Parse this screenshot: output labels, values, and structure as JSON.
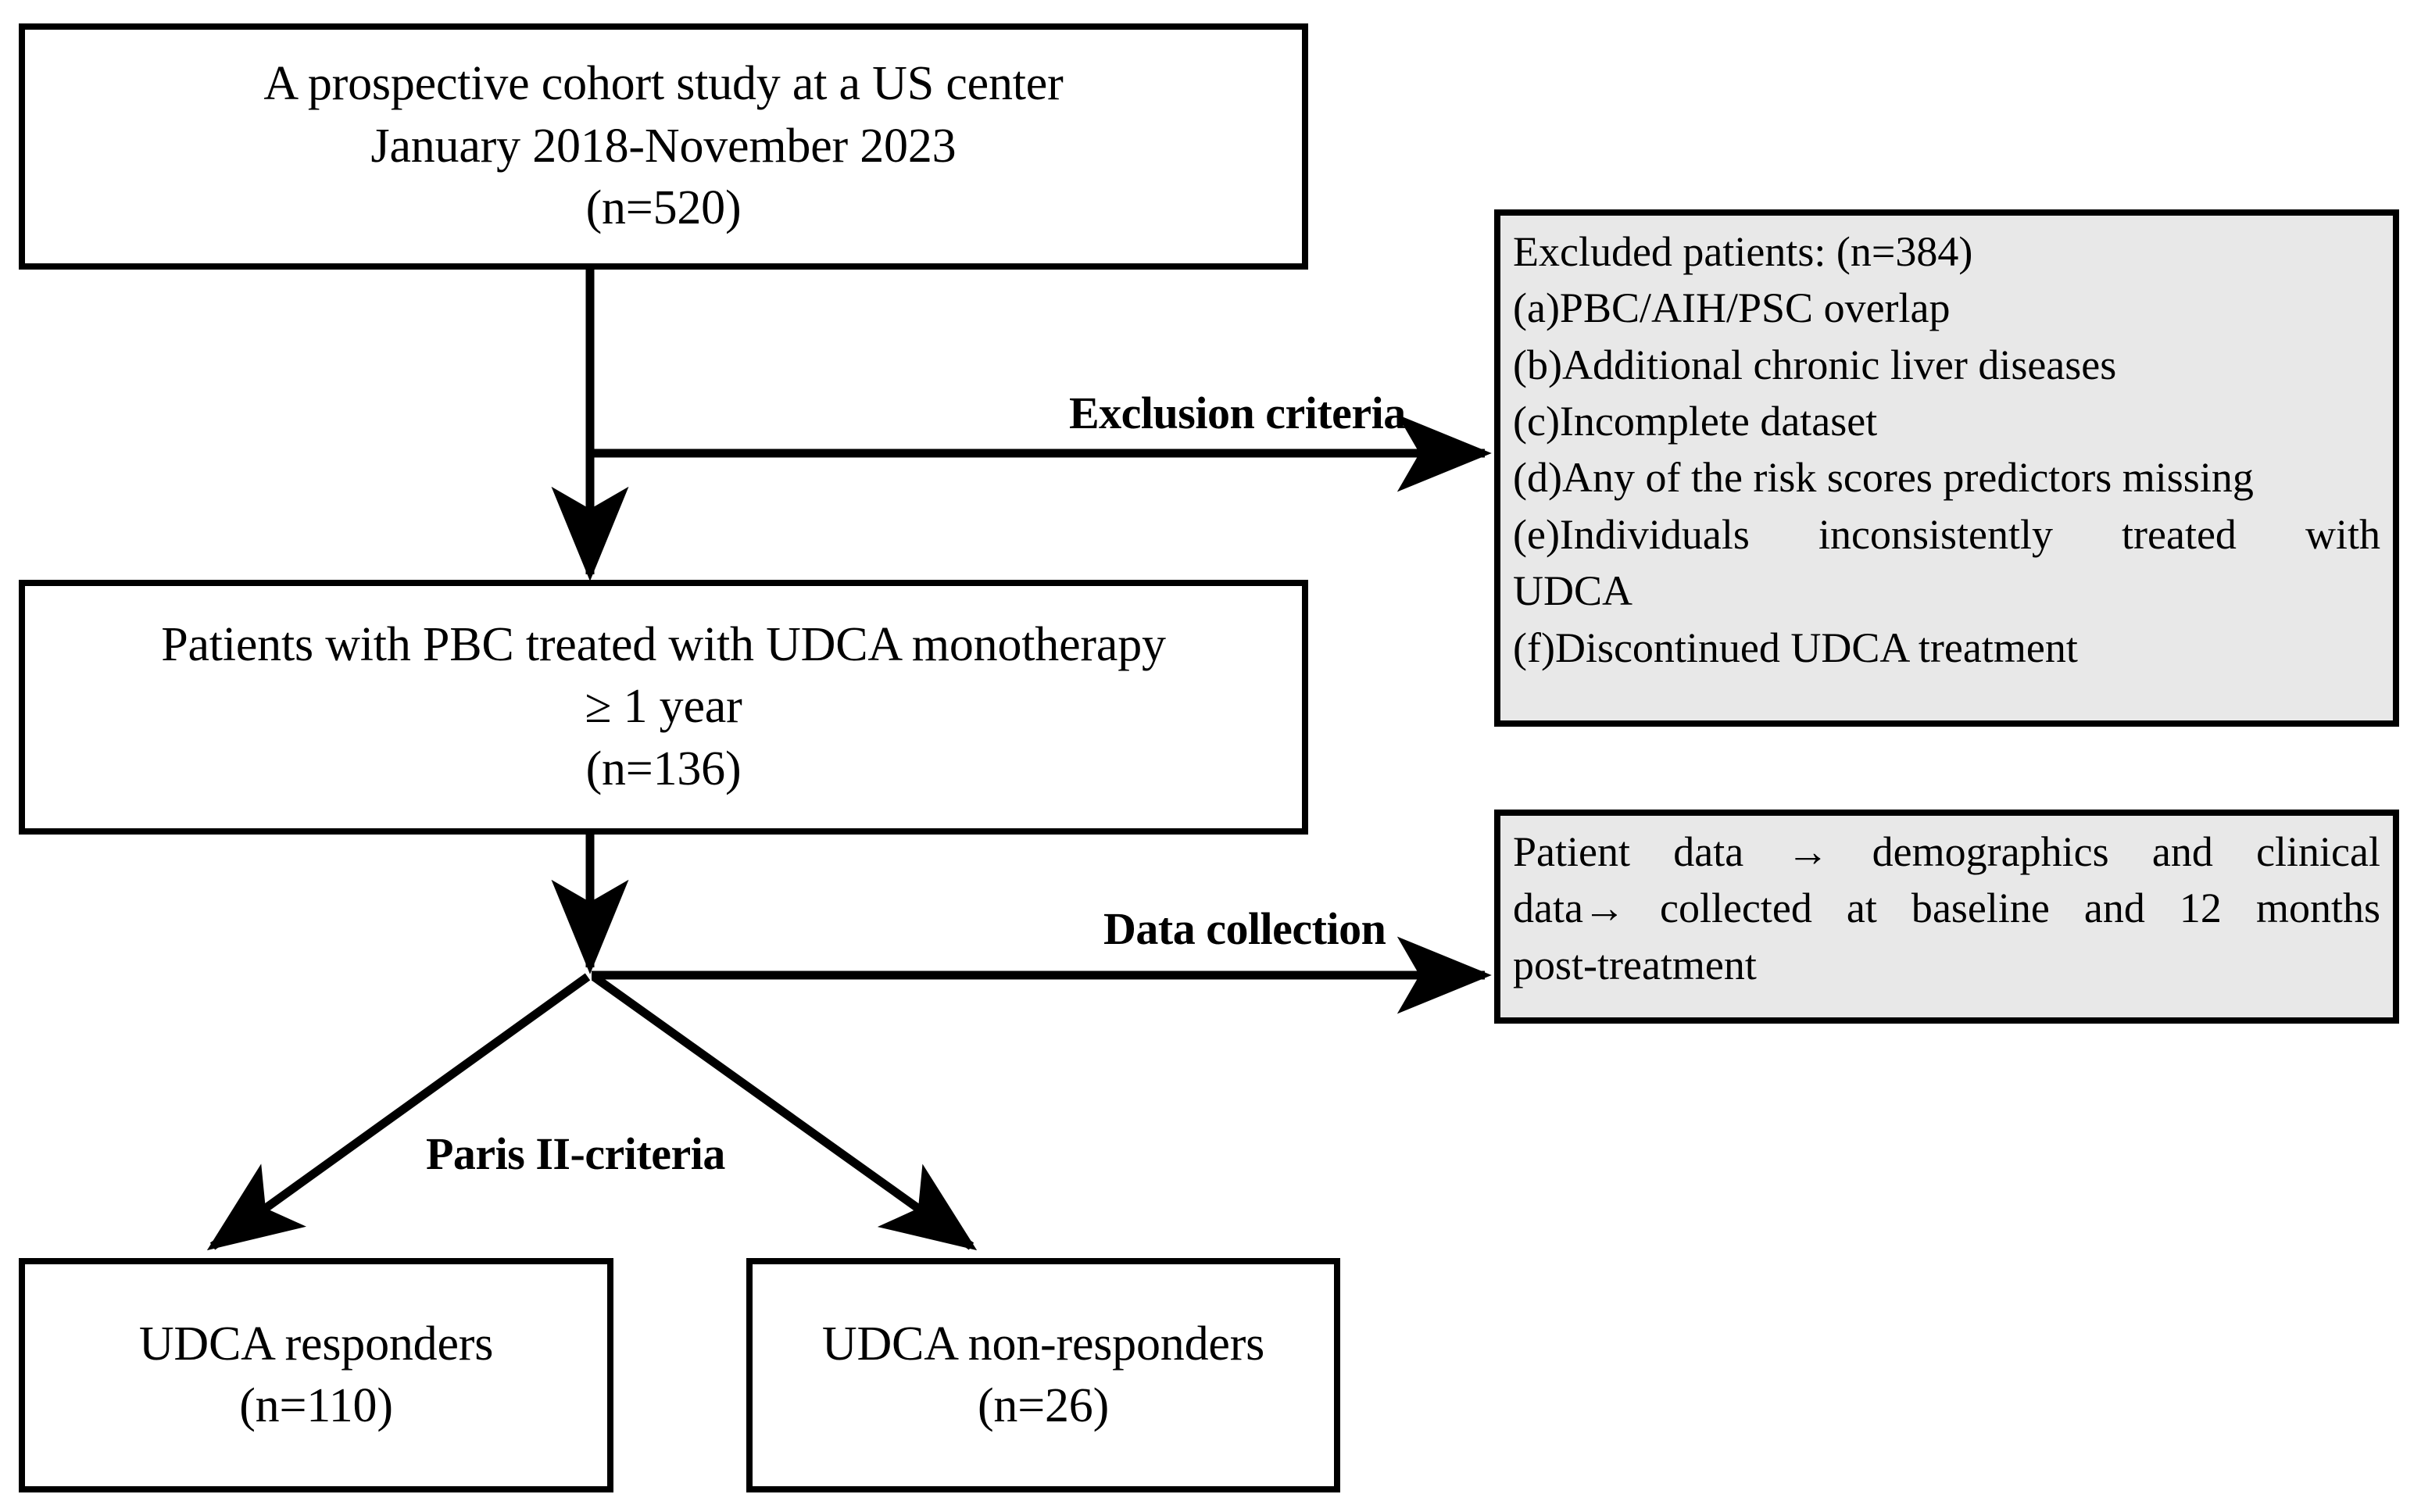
{
  "diagram": {
    "title": "PBC UDCA cohort study flow diagram",
    "background_color": "#ffffff",
    "box_border_color": "#000000",
    "note_fill_color": "#e8e8e8"
  },
  "nodes": {
    "cohort": {
      "lines": [
        "A prospective cohort study at a US center",
        "January 2018-November 2023",
        "(n=520)"
      ],
      "n": 520
    },
    "udca_monotherapy": {
      "lines": [
        "Patients with PBC treated with UDCA monotherapy",
        "≥ 1 year",
        "(n=136)"
      ],
      "n": 136
    },
    "responders": {
      "lines": [
        "UDCA responders",
        "(n=110)"
      ],
      "n": 110
    },
    "non_responders": {
      "lines": [
        "UDCA non-responders",
        "(n=26)"
      ],
      "n": 26
    },
    "excluded": {
      "heading": "Excluded patients: (n=384)",
      "n": 384,
      "items": [
        "(a)PBC/AIH/PSC overlap",
        "(b)Additional chronic liver diseases",
        "(c)Incomplete dataset",
        "(d)Any of the risk scores predictors missing",
        "(e)Individuals inconsistently treated with",
        "UDCA",
        "(f)Discontinued UDCA treatment"
      ]
    },
    "data_collection": {
      "lines": [
        "Patient data → demographics and clinical",
        "data→   collected at baseline and 12 months",
        "post-treatment"
      ]
    }
  },
  "edge_labels": {
    "exclusion_criteria": "Exclusion criteria",
    "data_collection": "Data collection",
    "paris_ii_criteria": "Paris II-criteria"
  }
}
